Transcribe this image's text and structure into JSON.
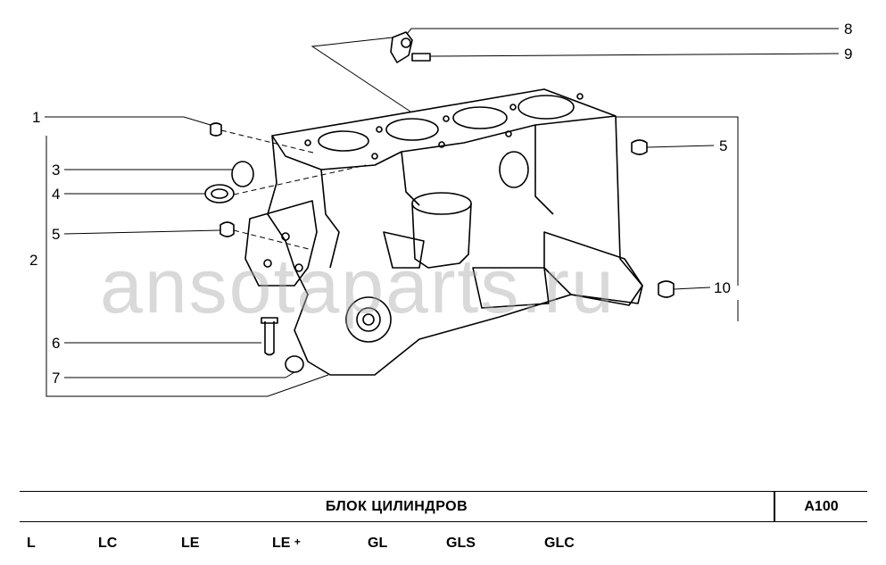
{
  "watermark": "ansotaparts.ru",
  "callouts": [
    "1",
    "2",
    "3",
    "4",
    "5",
    "5",
    "6",
    "7",
    "8",
    "9",
    "10"
  ],
  "title": "БЛОК ЦИЛИНДРОВ",
  "code": "A100",
  "variants": [
    "L",
    "LC",
    "LE",
    "LE",
    "GL",
    "GLS",
    "GLC"
  ],
  "variant_suffix": "+"
}
